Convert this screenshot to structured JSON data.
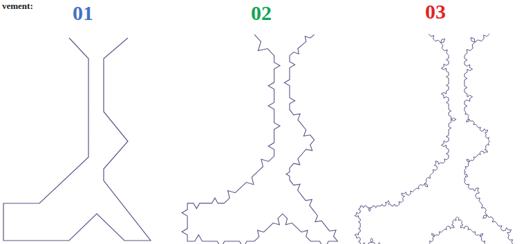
{
  "diagram": {
    "labels": [
      "vement:",
      "01",
      "02",
      "03"
    ]
  }
}
